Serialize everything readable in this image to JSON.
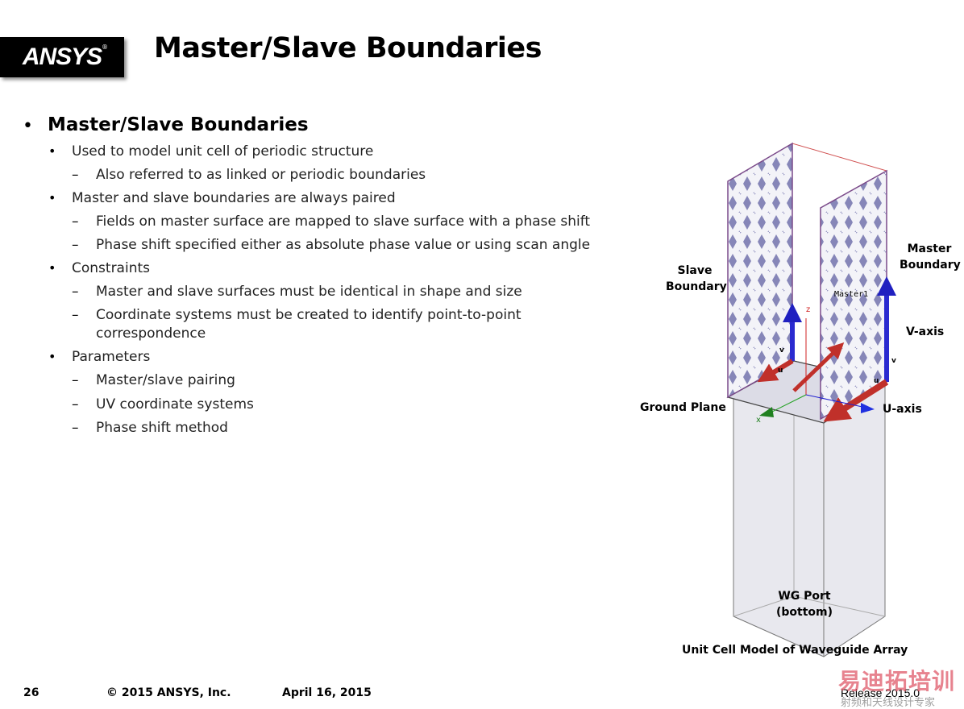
{
  "logo": {
    "text": "ANSYS",
    "reg": "®"
  },
  "title": "Master/Slave Boundaries",
  "bullets": [
    {
      "level": 1,
      "text": "Master/Slave Boundaries"
    },
    {
      "level": 2,
      "text": "Used to model unit cell of periodic structure"
    },
    {
      "level": 3,
      "text": "Also referred to as linked or periodic boundaries"
    },
    {
      "level": 2,
      "text": "Master and slave boundaries are always paired"
    },
    {
      "level": 3,
      "text": "Fields on master surface are mapped to slave surface with a phase shift"
    },
    {
      "level": 3,
      "text": "Phase shift specified either as absolute phase value or using scan angle"
    },
    {
      "level": 2,
      "text": "Constraints"
    },
    {
      "level": 3,
      "text": "Master and slave surfaces must be identical in shape and size"
    },
    {
      "level": 3,
      "text": "Coordinate systems must be created to identify point-to-point"
    },
    {
      "level": 0,
      "text": "correspondence"
    },
    {
      "level": 2,
      "text": "Parameters"
    },
    {
      "level": 3,
      "text": "Master/slave pairing"
    },
    {
      "level": 3,
      "text": "UV coordinate systems"
    },
    {
      "level": 3,
      "text": "Phase shift method"
    }
  ],
  "figure": {
    "slave_boundary": "Slave\nBoundary",
    "master_boundary": "Master\nBoundary",
    "v_axis": "V-axis",
    "u_axis": "U-axis",
    "ground_plane": "Ground Plane",
    "wg_port": "WG Port\n(bottom)",
    "caption": "Unit Cell Model of Waveguide Array",
    "master1_tag": "Master1",
    "axis_z": "z",
    "axis_x": "x",
    "small_v1": "v",
    "small_u1": "u",
    "small_v2": "v",
    "small_u2": "u"
  },
  "footer": {
    "page": "26",
    "copyright": "© 2015 ANSYS, Inc.",
    "date": "April 16, 2015",
    "release": "Release 2015.0"
  },
  "watermark": {
    "line1": "易迪拓培训",
    "line2": "射频和天线设计专家"
  }
}
